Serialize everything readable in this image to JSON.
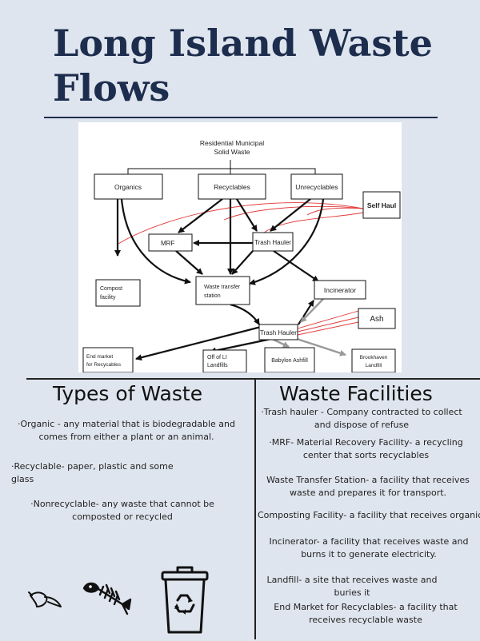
{
  "title": "Long Island Waste Flows",
  "diagram": {
    "nodes": {
      "rmsw": "Residential Municipal Solid Waste",
      "rmsw_line1": "Residential Municipal",
      "rmsw_line2": "Solid Waste",
      "organics": "Organics",
      "recyclables": "Recyclables",
      "unrecyclables": "Unrecyclables",
      "self_haul": "Self Haul",
      "mrf": "MRF",
      "trash_hauler_top": "Trash Hauler",
      "compost_line1": "Compost",
      "compost_line2": "facility",
      "wts_line1": "Waste transfer",
      "wts_line2": "station",
      "incinerator": "Incinerator",
      "ash": "Ash",
      "trash_hauler_bottom": "Trash Hauler",
      "end_market_line1": "End market",
      "end_market_line2": "for Recycables",
      "off_li_line1": "Off of LI",
      "off_li_line2": "Landfills",
      "babylon": "Babylon Ashfill",
      "brookhaven_line1": "Brookhaven",
      "brookhaven_line2": "Landfill"
    }
  },
  "types": {
    "heading": "Types of Waste",
    "items": [
      "·Organic - any material that is biodegradable and comes from either a plant or an animal.",
      "·Recyclable- paper, plastic and some glass",
      "·Nonrecyclable- any waste that cannot be composted or recycled"
    ]
  },
  "facilities": {
    "heading": "Waste Facilities",
    "items": [
      "·Trash hauler - Company contracted to collect and dispose of refuse",
      "·MRF- Material Recovery Facility- a recycling center that sorts recyclables",
      "Waste Transfer Station- a facility that receives waste and prepares it for transport.",
      "Composting Facility- a facility that receives organic waste",
      "Incinerator- a facility that receives waste and burns it to generate electricity.",
      "Landfill- a site that receives waste and buries it",
      "End Market for Recyclables- a facility that receives recyclable waste"
    ]
  },
  "icons": [
    "banana-peel-icon",
    "fish-bone-icon",
    "recycling-bin-icon"
  ],
  "colors": {
    "background": "#dfe5ee",
    "title": "#1d2d4e",
    "red_flow": "#e23a3a",
    "ash_flow": "#9a9a9a"
  }
}
